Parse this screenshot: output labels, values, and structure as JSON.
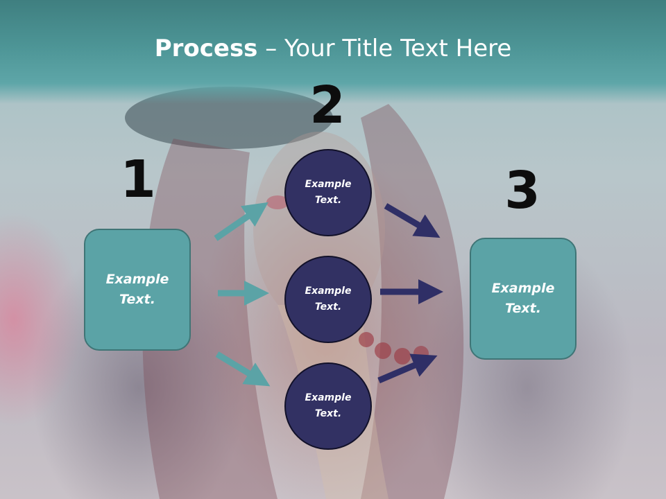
{
  "header": {
    "title_bold": "Process",
    "title_rest": " – Your Title Text Here"
  },
  "steps": {
    "step1_number": "1",
    "step2_number": "2",
    "step3_number": "3"
  },
  "left_box": {
    "text": "Example Text."
  },
  "right_box": {
    "text": "Example Text."
  },
  "circles": [
    {
      "text": "Example Text."
    },
    {
      "text": "Example Text."
    },
    {
      "text": "Example Text."
    }
  ],
  "colors": {
    "header": "#4d9596",
    "teal_box": "#5ba3a6",
    "circle": "#323163",
    "teal_arrow": "#5ba3a6",
    "navy_arrow": "#2f2f66",
    "number": "#0d0d0d"
  }
}
